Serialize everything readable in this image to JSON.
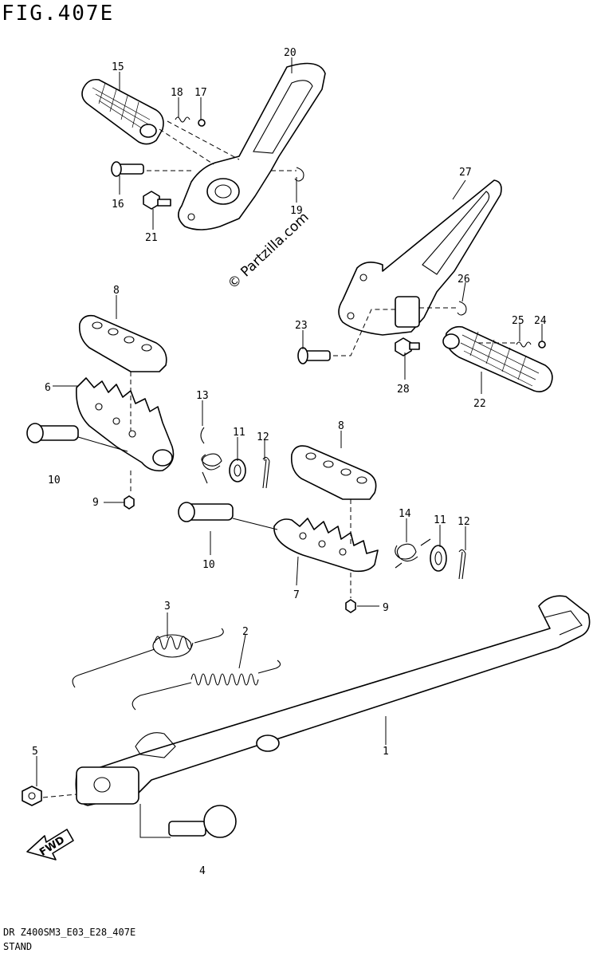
{
  "figure": {
    "title": "FIG.407E",
    "footer_code": "DR Z400SM3_E03_E28_407E",
    "footer_name": "STAND",
    "watermark": "© Partzilla.com",
    "fwd_label": "FWD"
  },
  "callouts": [
    {
      "id": "c20",
      "text": "20"
    },
    {
      "id": "c15",
      "text": "15"
    },
    {
      "id": "c18",
      "text": "18"
    },
    {
      "id": "c17",
      "text": "17"
    },
    {
      "id": "c16",
      "text": "16"
    },
    {
      "id": "c19",
      "text": "19"
    },
    {
      "id": "c21",
      "text": "21"
    },
    {
      "id": "c27",
      "text": "27"
    },
    {
      "id": "c26",
      "text": "26"
    },
    {
      "id": "c25",
      "text": "25"
    },
    {
      "id": "c24",
      "text": "24"
    },
    {
      "id": "c23",
      "text": "23"
    },
    {
      "id": "c28",
      "text": "28"
    },
    {
      "id": "c22",
      "text": "22"
    },
    {
      "id": "c8a",
      "text": "8"
    },
    {
      "id": "c6",
      "text": "6"
    },
    {
      "id": "c13",
      "text": "13"
    },
    {
      "id": "c11a",
      "text": "11"
    },
    {
      "id": "c12a",
      "text": "12"
    },
    {
      "id": "c10a",
      "text": "10"
    },
    {
      "id": "c9a",
      "text": "9"
    },
    {
      "id": "c8b",
      "text": "8"
    },
    {
      "id": "c14",
      "text": "14"
    },
    {
      "id": "c11b",
      "text": "11"
    },
    {
      "id": "c12b",
      "text": "12"
    },
    {
      "id": "c10b",
      "text": "10"
    },
    {
      "id": "c7",
      "text": "7"
    },
    {
      "id": "c9b",
      "text": "9"
    },
    {
      "id": "c3",
      "text": "3"
    },
    {
      "id": "c2",
      "text": "2"
    },
    {
      "id": "c1",
      "text": "1"
    },
    {
      "id": "c5",
      "text": "5"
    },
    {
      "id": "c4",
      "text": "4"
    }
  ]
}
